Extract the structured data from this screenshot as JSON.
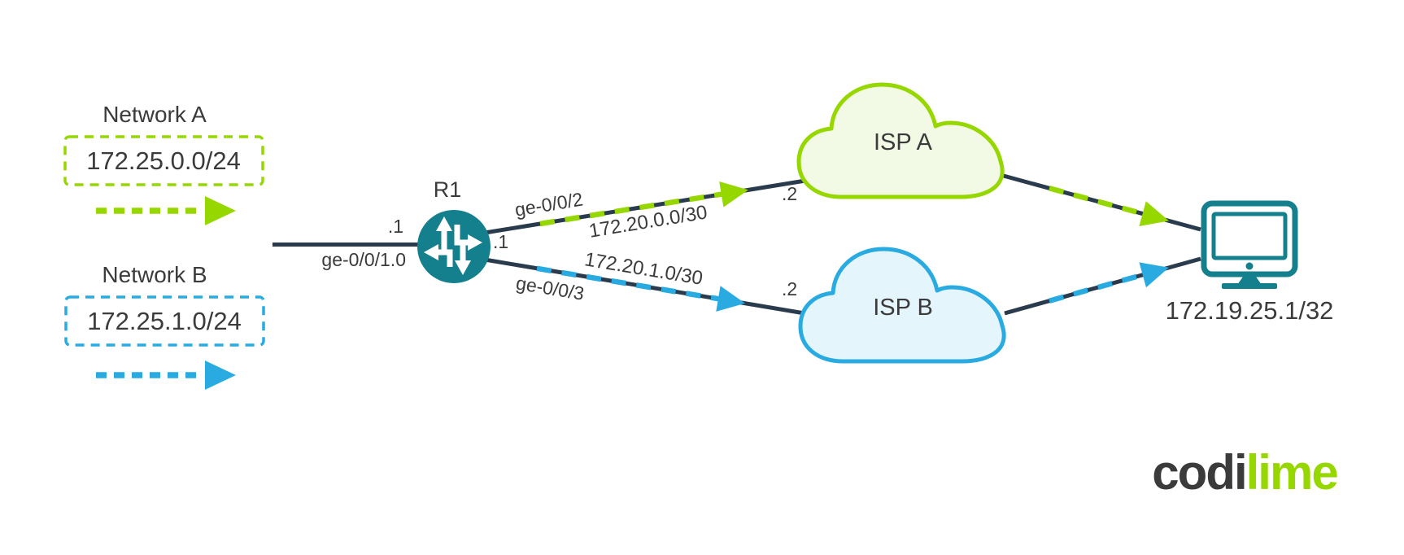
{
  "network_a": {
    "title": "Network A",
    "cidr": "172.25.0.0/24"
  },
  "network_b": {
    "title": "Network B",
    "cidr": "172.25.1.0/24"
  },
  "router": {
    "name": "R1",
    "lan_ip": ".1",
    "lan_interface": "ge-0/0/1.0",
    "wan_ip": ".1"
  },
  "link_isp_a": {
    "interface": "ge-0/0/2",
    "subnet": "172.20.0.0/30",
    "isp_ip": ".2"
  },
  "link_isp_b": {
    "interface": "ge-0/0/3",
    "subnet": "172.20.1.0/30",
    "isp_ip": ".2"
  },
  "isp_a": {
    "name": "ISP A"
  },
  "isp_b": {
    "name": "ISP B"
  },
  "destination": {
    "ip": "172.19.25.1/32"
  },
  "logo": {
    "dark_part": "codi",
    "green_part": "lime"
  },
  "colors": {
    "lime": "#97D700",
    "lime_fill": "#F2F9E4",
    "blue": "#29ABE2",
    "blue_fill": "#E5F5FC",
    "teal": "#15808D",
    "line": "#2A3B4D",
    "text": "#3B3B3B"
  }
}
